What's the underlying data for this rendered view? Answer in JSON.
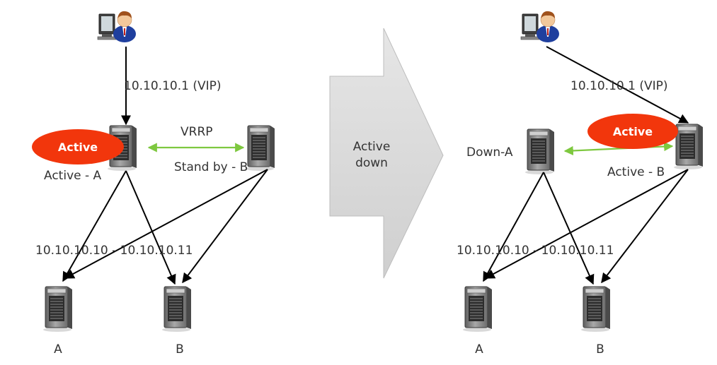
{
  "colors": {
    "active_badge": "#f2360c",
    "vrrp_link": "#7ec83f",
    "connector": "#000000",
    "transition_arrow": "#d9d9d9",
    "server_body": "#8a8a8a"
  },
  "icons": {
    "client": "user-computer-icon",
    "server": "server-icon"
  },
  "before": {
    "vip_label": "10.10.10.1 (VIP)",
    "active_badge": "Active",
    "vrrp_label": "VRRP",
    "server_a_label": "Active - A",
    "server_b_label": "Stand by - B",
    "backend_range_label": "10.10.10.10 - 10.10.10.11",
    "backend_a_label": "A",
    "backend_b_label": "B"
  },
  "transition": {
    "line1": "Active",
    "line2": "down"
  },
  "after": {
    "vip_label": "10.10.10.1 (VIP)",
    "active_badge": "Active",
    "server_a_label": "Down-A",
    "server_b_label": "Active - B",
    "backend_range_label": "10.10.10.10 - 10.10.10.11",
    "backend_a_label": "A",
    "backend_b_label": "B"
  }
}
